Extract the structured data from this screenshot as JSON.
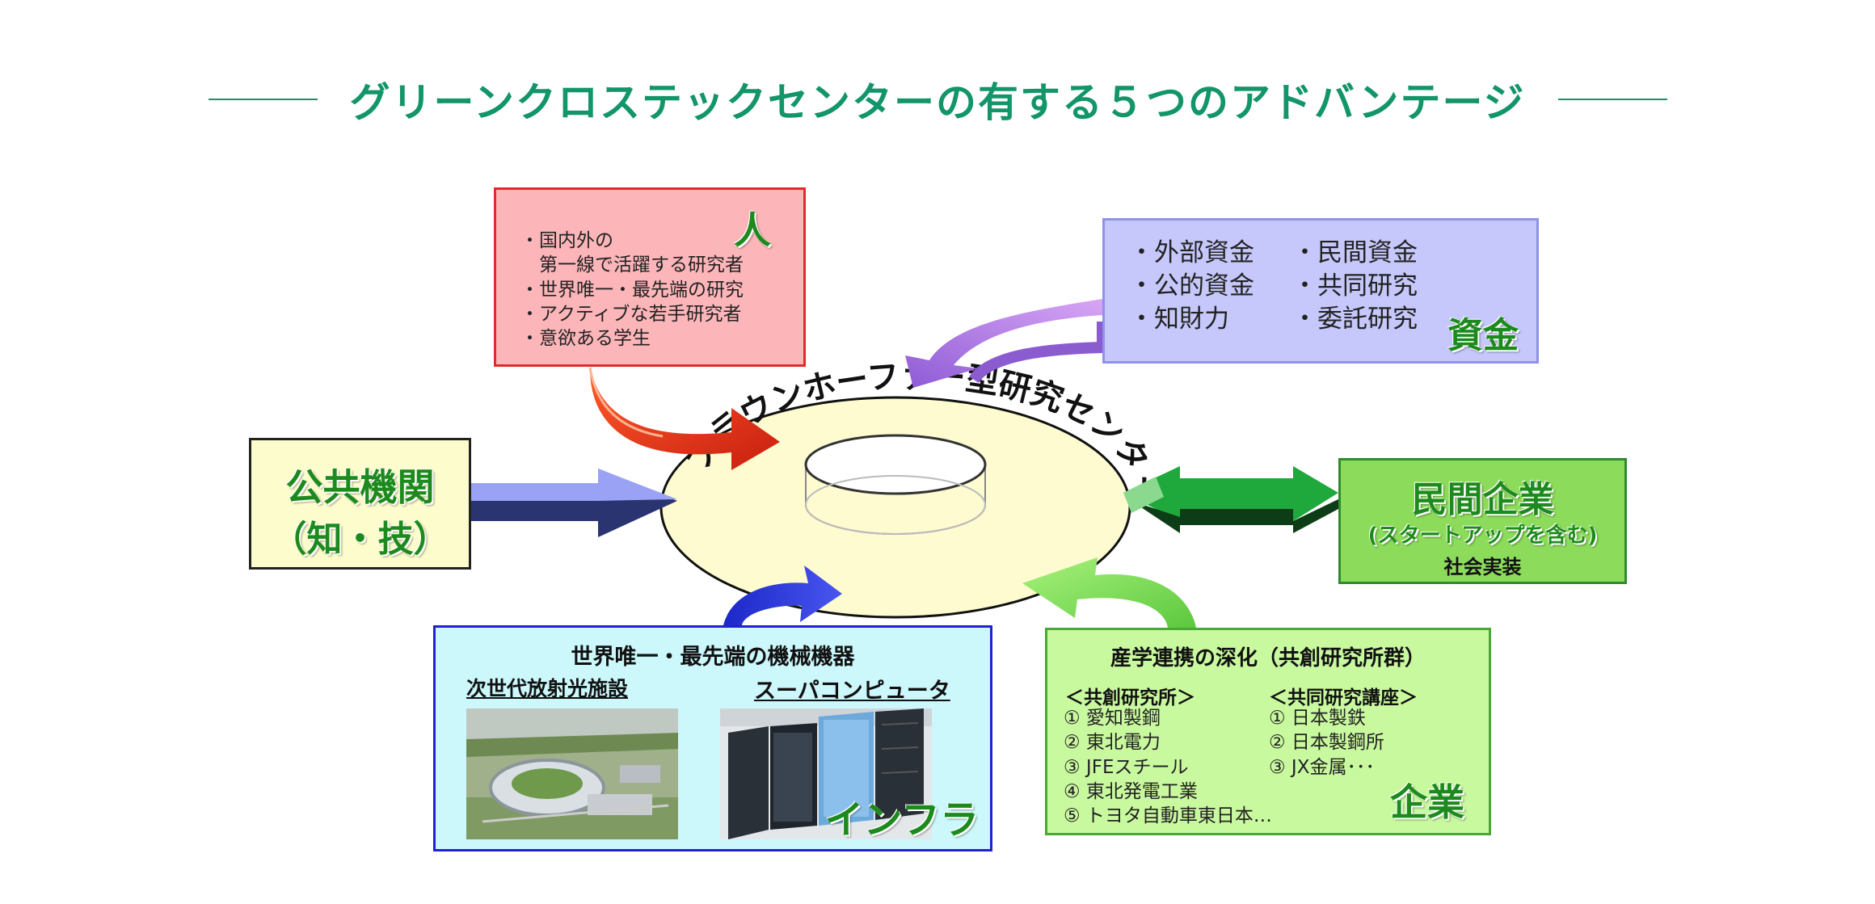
{
  "header": {
    "title": "グリーンクロステックセンターの有する５つのアドバンテージ"
  },
  "center": {
    "ring_label": "フラウンホーファー型研究センター"
  },
  "hito": {
    "heading": "人",
    "items": [
      "・国内外の",
      "　第一線で活躍する研究者",
      "・世界唯一・最先端の研究",
      "・アクティブな若手研究者",
      "・意欲ある学生"
    ]
  },
  "shikin": {
    "heading": "資金",
    "col1": [
      "・外部資金",
      "・公的資金",
      "・知財力"
    ],
    "col2": [
      "・民間資金",
      "・共同研究",
      "・委託研究"
    ]
  },
  "kokyo": {
    "line1": "公共機関",
    "line2": "（知・技）"
  },
  "minkan": {
    "title": "民間企業",
    "subtitle": "(スタートアップを含む)",
    "note": "社会実装"
  },
  "infra": {
    "title": "世界唯一・最先端の機械機器",
    "left_label": "次世代放射光施設",
    "right_label": "スーパコンピュータ",
    "heading": "インフラ"
  },
  "kigyo": {
    "title": "産学連携の深化（共創研究所群）",
    "col1_header": "＜共創研究所＞",
    "col1": [
      "① 愛知製鋼",
      "② 東北電力",
      "③ JFEスチール",
      "④ 東北発電工業",
      "⑤ トヨタ自動車東日本…"
    ],
    "col2_header": "＜共同研究講座＞",
    "col2": [
      "① 日本製鉄",
      "② 日本製鋼所",
      "③ JX金属･･･"
    ],
    "heading": "企業"
  },
  "colors": {
    "title_green": "#13956a",
    "hito_bg": "#fcb5b9",
    "shikin_bg": "#c6c8fb",
    "kokyo_bg": "#fdfccc",
    "minkan_bg": "#8ddb5b",
    "infra_bg": "#ccf7fb",
    "kigyo_bg": "#c9f99f"
  }
}
